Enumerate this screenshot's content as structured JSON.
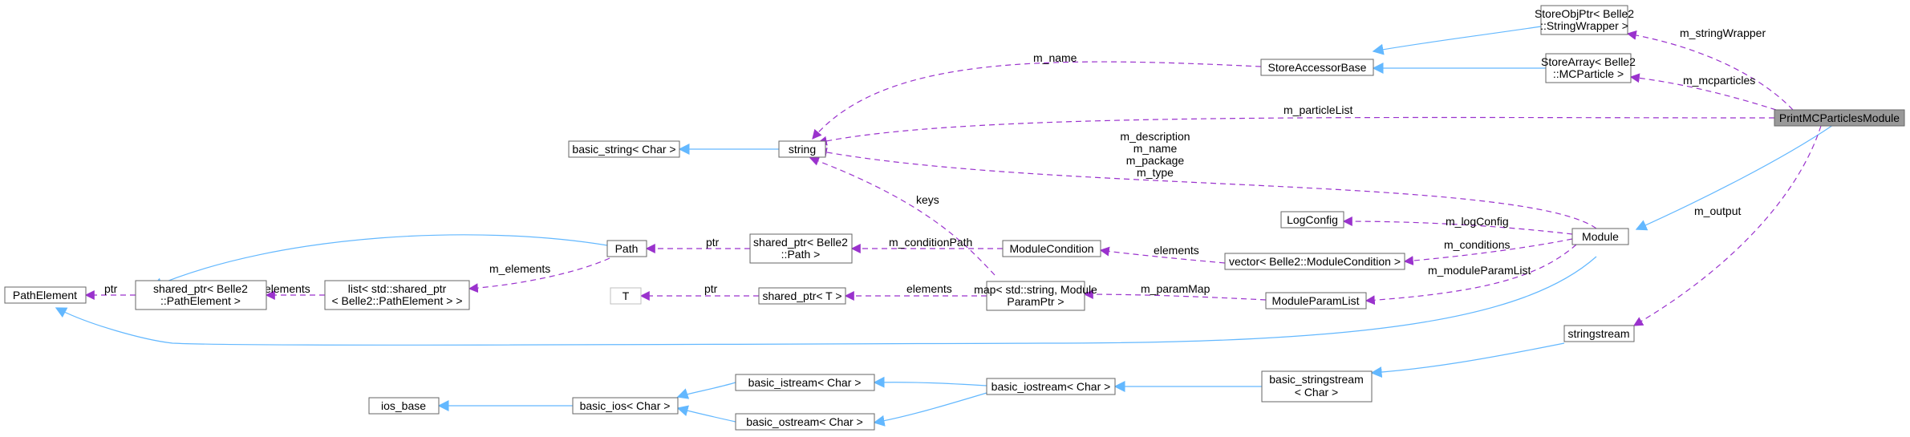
{
  "nodes": {
    "print_mc": "PrintMCParticlesModule",
    "storeobjptr_1": "StoreObjPtr< Belle2",
    "storeobjptr_2": "::StringWrapper >",
    "storearray_1": "StoreArray< Belle2",
    "storearray_2": "::MCParticle >",
    "store_accessor": "StoreAccessorBase",
    "string": "string",
    "basic_string": "basic_string< Char >",
    "log_config": "LogConfig",
    "module": "Module",
    "path": "Path",
    "shared_path_1": "shared_ptr< Belle2",
    "shared_path_2": "::Path >",
    "module_condition": "ModuleCondition",
    "vector_cond": "vector< Belle2::ModuleCondition >",
    "path_element": "PathElement",
    "shared_pe_1": "shared_ptr< Belle2",
    "shared_pe_2": "::PathElement >",
    "list_1": "list< std::shared_ptr",
    "list_2": "< Belle2::PathElement > >",
    "t": "T",
    "shared_t": "shared_ptr< T >",
    "map_1": "map< std::string, Module",
    "map_2": "ParamPtr >",
    "module_param_list": "ModuleParamList",
    "stringstream": "stringstream",
    "basic_stringstream_1": "basic_stringstream",
    "basic_stringstream_2": "< Char >",
    "ios_base": "ios_base",
    "basic_ios": "basic_ios< Char >",
    "basic_istream": "basic_istream< Char >",
    "basic_ostream": "basic_ostream< Char >",
    "basic_iostream": "basic_iostream< Char >"
  },
  "edge_labels": {
    "m_string_wrapper": "m_stringWrapper",
    "m_mcparticles": "m_mcparticles",
    "m_name_top": "m_name",
    "m_particle_list": "m_particleList",
    "module_strings_1": "m_description",
    "module_strings_2": "m_name",
    "module_strings_3": "m_package",
    "module_strings_4": "m_type",
    "keys": "keys",
    "m_output": "m_output",
    "m_log_config": "m_logConfig",
    "m_conditions": "m_conditions",
    "m_module_param_list": "m_moduleParamList",
    "m_condition_path": "m_conditionPath",
    "ptr_path": "ptr",
    "elements_cond": "elements",
    "m_elements": "m_elements",
    "ptr_pe": "ptr",
    "elements_list": "elements",
    "ptr_t": "ptr",
    "elements_map": "elements",
    "m_param_map": "m_paramMap"
  },
  "colors": {
    "inheritance": "#63b8ff",
    "association": "#9a32cd",
    "focus_fill": "#999999",
    "node_border": "#666666"
  }
}
